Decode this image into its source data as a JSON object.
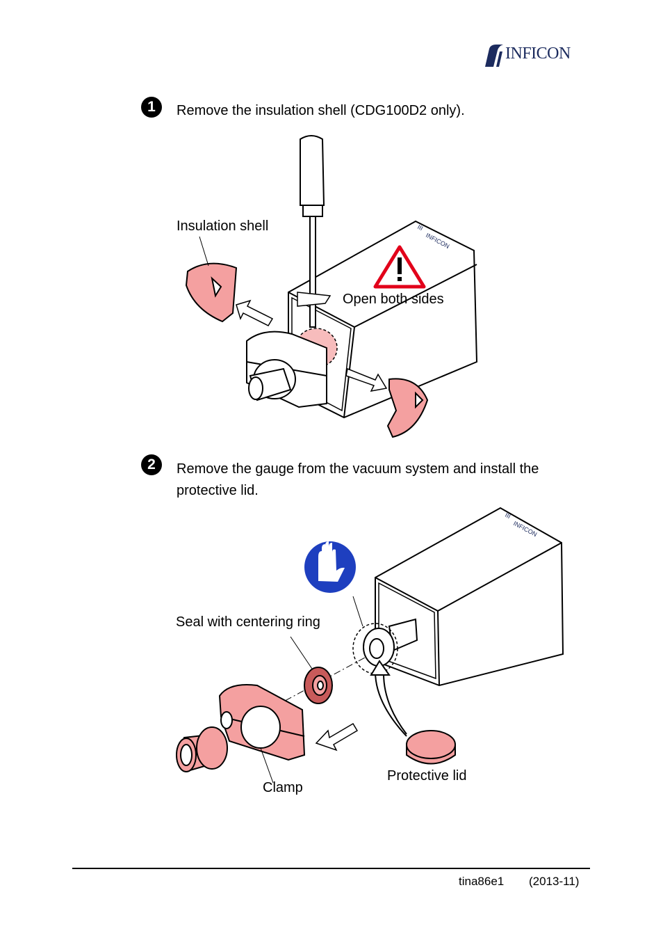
{
  "header": {
    "logo_text": "INFICON"
  },
  "steps": [
    {
      "number": "1",
      "text": "Remove the insulation shell (CDG100D2 only)."
    },
    {
      "number": "2",
      "text": "Remove the gauge from the vacuum system and install the protective lid."
    }
  ],
  "figure1": {
    "labels": {
      "insulation_shell": "Insulation shell",
      "open_both_sides": "Open both sides"
    },
    "gauge_brand": "INFICON"
  },
  "figure2": {
    "labels": {
      "seal": "Seal with centering ring",
      "clamp": "Clamp",
      "protective_lid": "Protective lid"
    },
    "gauge_brand": "INFICON"
  },
  "footer": {
    "doc_id": "tina86e1",
    "date": "(2013-11)"
  },
  "colors": {
    "part_fill": "#f4a0a0",
    "outline": "#000000",
    "warning": "#e2001a",
    "glove_sign": "#1e3fbf",
    "logo": "#1c2b5e"
  }
}
